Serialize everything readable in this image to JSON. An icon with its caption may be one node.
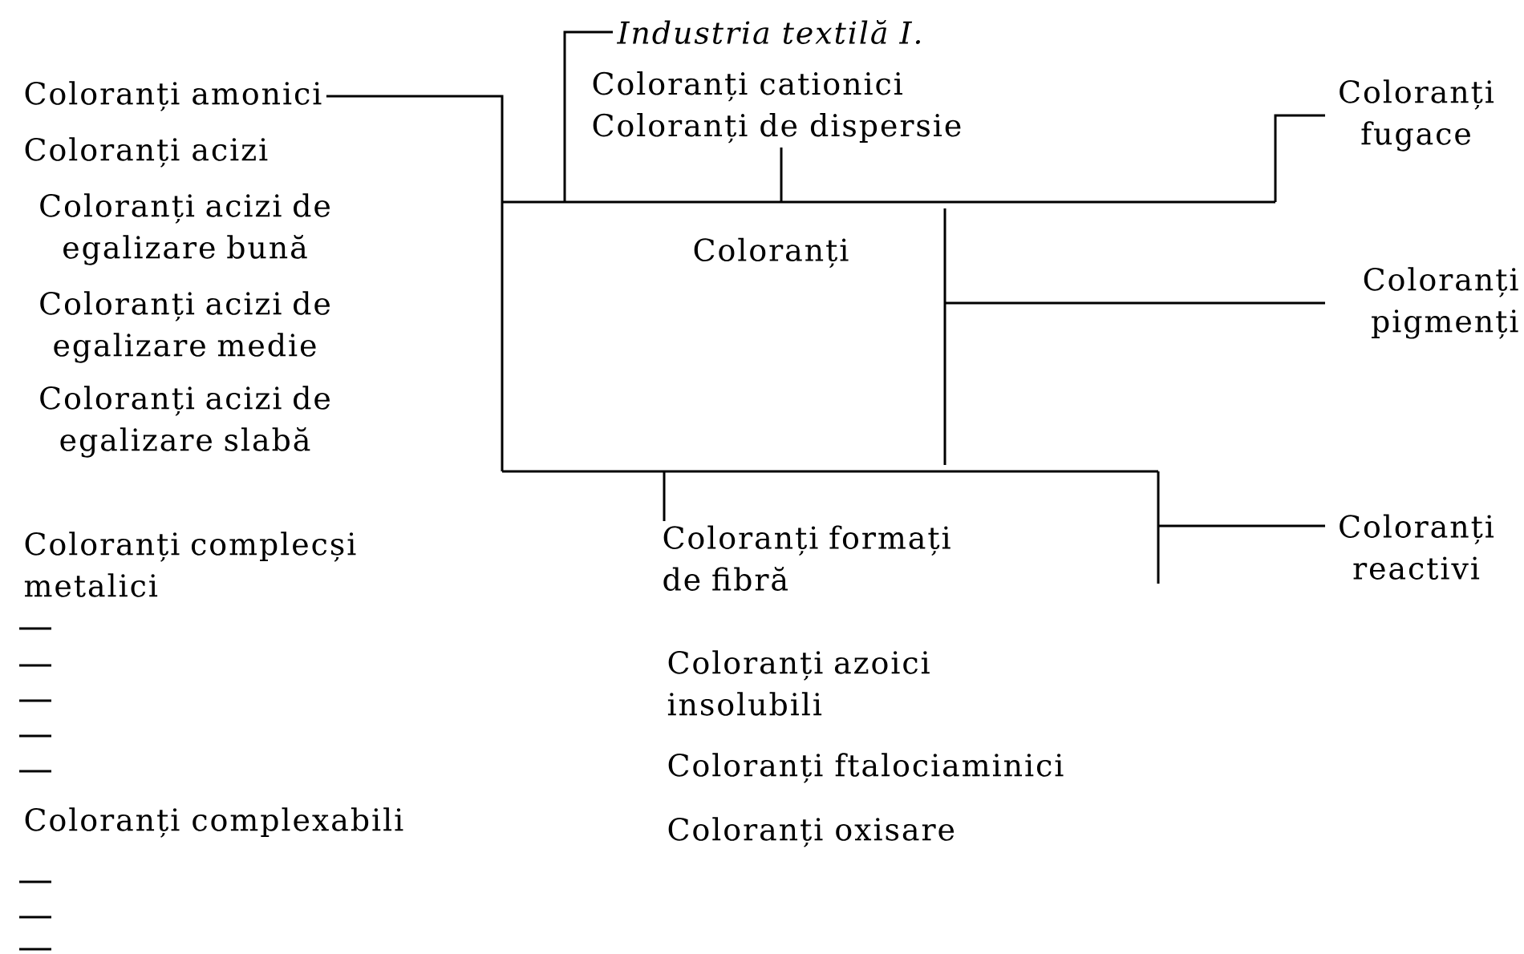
{
  "diagram": {
    "nodes": [
      {
        "text": [
          "Coloranți"
        ]
      },
      {
        "text": [
          "Coloranți amonici"
        ]
      },
      {
        "text": [
          "Industria textilă I."
        ]
      },
      {
        "text": [
          "Coloranți cationici",
          "Coloranți de dispersie"
        ]
      },
      {
        "text": [
          "Coloranți fugace"
        ]
      },
      {
        "text": [
          "Coloranți pigmenți"
        ]
      },
      {
        "text": [
          "Coloranți formați de fibră"
        ]
      },
      {
        "text": [
          "Coloranți reactivi"
        ]
      }
    ],
    "edges": [
      {
        "from": 0,
        "to": 1,
        "arrow": "none"
      },
      {
        "from": 0,
        "to": 2,
        "arrow": "none"
      },
      {
        "from": 0,
        "to": 3,
        "arrow": "none"
      },
      {
        "from": 0,
        "to": 4,
        "arrow": "none"
      },
      {
        "from": 0,
        "to": 5,
        "arrow": "none"
      },
      {
        "from": 0,
        "to": 6,
        "arrow": "none"
      },
      {
        "from": 0,
        "to": 7,
        "arrow": "none"
      }
    ],
    "labels": [
      "Coloranți acizi",
      "Coloranți acizi de egalizare bună",
      "Coloranți acizi de egalizare medie",
      "Coloranți acizi de egalizare slabă",
      "Coloranți complecși metalici",
      "Coloranți azoici insolubili",
      "Coloranți ftalociaminici",
      "Coloranți oxisare",
      "Coloranți complexabili"
    ]
  }
}
